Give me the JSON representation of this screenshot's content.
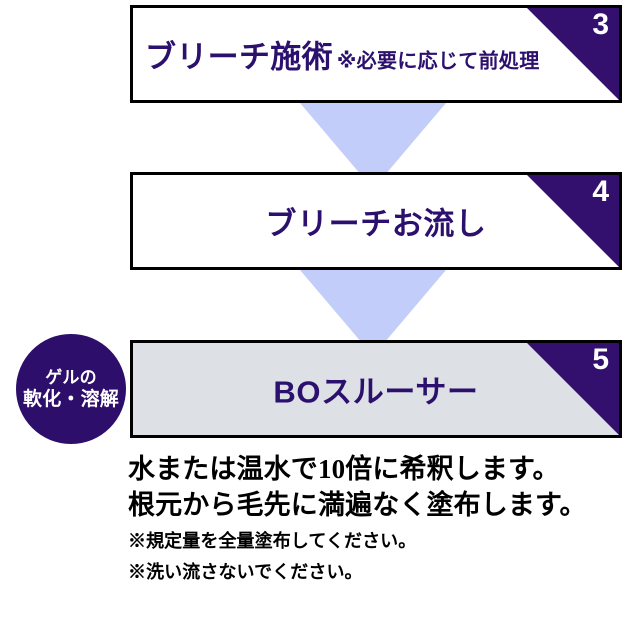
{
  "flow": {
    "steps": [
      {
        "number": "3",
        "title": "ブリーチ施術",
        "note": "※必要に応じて前処理",
        "background": "white",
        "layout": "inline-note"
      },
      {
        "number": "4",
        "title": "ブリーチお流し",
        "note": "",
        "background": "white",
        "layout": "centered"
      },
      {
        "number": "5",
        "title": "BOスルーサー",
        "note": "",
        "background": "gray",
        "layout": "centered"
      }
    ],
    "arrow_icon_name": "down-arrow-icon",
    "arrow_count": 2
  },
  "badge": {
    "line1": "ゲルの",
    "line2": "軟化・溶解"
  },
  "instructions": {
    "primary_line1": "水または温水で10倍に希釈します。",
    "primary_line2": "根元から毛先に満遍なく塗布します。",
    "note_line1": "※規定量を全量塗布してください。",
    "note_line2": "※洗い流さないでください。"
  },
  "colors": {
    "purple_dark": "#34106e",
    "purple_text": "#2c106e",
    "badge_purple": "#2d0f6b",
    "arrow_blue": "#c2cdf9",
    "box_gray": "#dde0e4",
    "border_black": "#000000",
    "text_black": "#000000",
    "white": "#ffffff"
  }
}
